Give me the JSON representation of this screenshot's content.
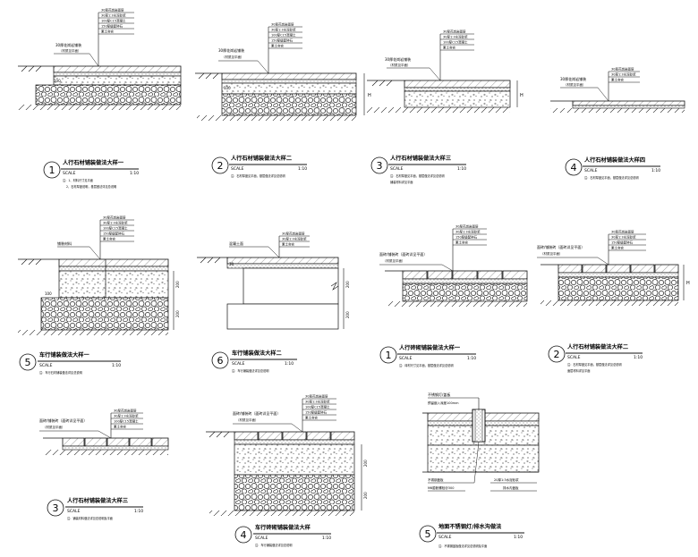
{
  "details": [
    {
      "num": "1",
      "title": "人行石材铺装做法大样一",
      "scale_label": "SCALE",
      "scale_value": "1:10",
      "notes": [
        "注：1、材料尺寸见平面",
        "2、石材厚度说明，基层做法详见总说明"
      ]
    },
    {
      "num": "2",
      "title": "人行石材铺装做法大样二",
      "scale_label": "SCALE",
      "scale_value": "1:10",
      "notes": [
        "注：石材厚度见平面，基层做法详见总说明"
      ]
    },
    {
      "num": "3",
      "title": "人行石材铺装做法大样三",
      "scale_label": "SCALE",
      "scale_value": "1:10",
      "notes": [
        "注：石材厚度见平面，基层做法详见总说明",
        "铺装材料详见平面"
      ]
    },
    {
      "num": "4",
      "title": "人行石材铺装做法大样四",
      "scale_label": "SCALE",
      "scale_value": "1:10",
      "notes": [
        "注：石材厚度见平面，基层做法详见总说明"
      ]
    },
    {
      "num": "5",
      "title": "车行铺装做法大样一",
      "scale_label": "SCALE",
      "scale_value": "1:10",
      "notes": [
        "注：车行石材铺装做法详见总说明"
      ]
    },
    {
      "num": "6",
      "title": "车行铺装做法大样二",
      "scale_label": "SCALE",
      "scale_value": "1:10",
      "notes": [
        "注：车行铺装做法详见总说明"
      ]
    },
    {
      "num": "1",
      "title": "人行砖砌铺装做法大样一",
      "scale_label": "SCALE",
      "scale_value": "1:10",
      "notes": [
        "注：砖材尺寸见平面，基层做法详见总说明"
      ]
    },
    {
      "num": "2",
      "title": "人行石材铺装做法大样二",
      "scale_label": "SCALE",
      "scale_value": "1:10",
      "notes": [
        "注：石材厚度见平面，基层做法详见总说明",
        "面层材料详见平面"
      ]
    },
    {
      "num": "3",
      "title": "人行石材铺装做法大样三",
      "scale_label": "SCALE",
      "scale_value": "1:10",
      "notes": [
        "注：铺装材料做法详见总说明及平面"
      ]
    },
    {
      "num": "4",
      "title": "车行砖砌铺装做法大样",
      "scale_label": "SCALE",
      "scale_value": "1:10",
      "notes": [
        "注：车行铺装做法详见总说明"
      ]
    },
    {
      "num": "5",
      "title": "地面不锈钢灯/排水沟做法",
      "scale_label": "SCALE",
      "scale_value": "1:10",
      "notes": [
        "注：不锈钢盖板做法详见总说明及平面"
      ]
    }
  ],
  "annotations": {
    "d1_leader": "30厚花岗岩铺装",
    "d1_leader_sub": "（材质见平面）",
    "d2_leader": "30厚花岗岩铺装",
    "d2_leader_sub": "（材质见平面）",
    "d3_leader": "30厚花岗岩铺装",
    "d3_leader_sub": "（材质见平面）",
    "d4_leader": "30厚花岗岩铺装",
    "d4_leader_sub": "（材质见平面）",
    "d5_leader": "铺装材料",
    "d6_leader": "混凝土面",
    "d7_leader": "面砖/铺装砖（面砖详见平面）",
    "d7_leader_sub": "（材质见平面）",
    "d8_leader": "面砖/铺装砖（面砖详见平面）",
    "d8_leader_sub": "（材质见平面）",
    "d9_leader": "面砖/铺装砖（面砖详见平面）",
    "d9_leader_sub": "（材质见平面）",
    "d10_leader": "面砖/铺装砖（面砖详见平面）",
    "d10_leader_sub": "（材质见平面）",
    "d11_top": "不锈钢灯/盖板",
    "d11_top_sub": "预留嵌入深度100mm",
    "d11_left": "不锈钢盖板",
    "d11_left2": "M6膨胀螺栓@300",
    "d11_right": "20厚1:3水泥砂浆",
    "d11_right2": "排水沟盖板",
    "dim_100": "100",
    "dim_200": "200",
    "dim_h": "H",
    "dim_30": "30"
  },
  "layer_text": [
    "30厚花岗岩面层",
    "30厚1:3水泥砂浆",
    "100厚C15混凝土",
    "150厚级配碎石",
    "素土夯实"
  ]
}
